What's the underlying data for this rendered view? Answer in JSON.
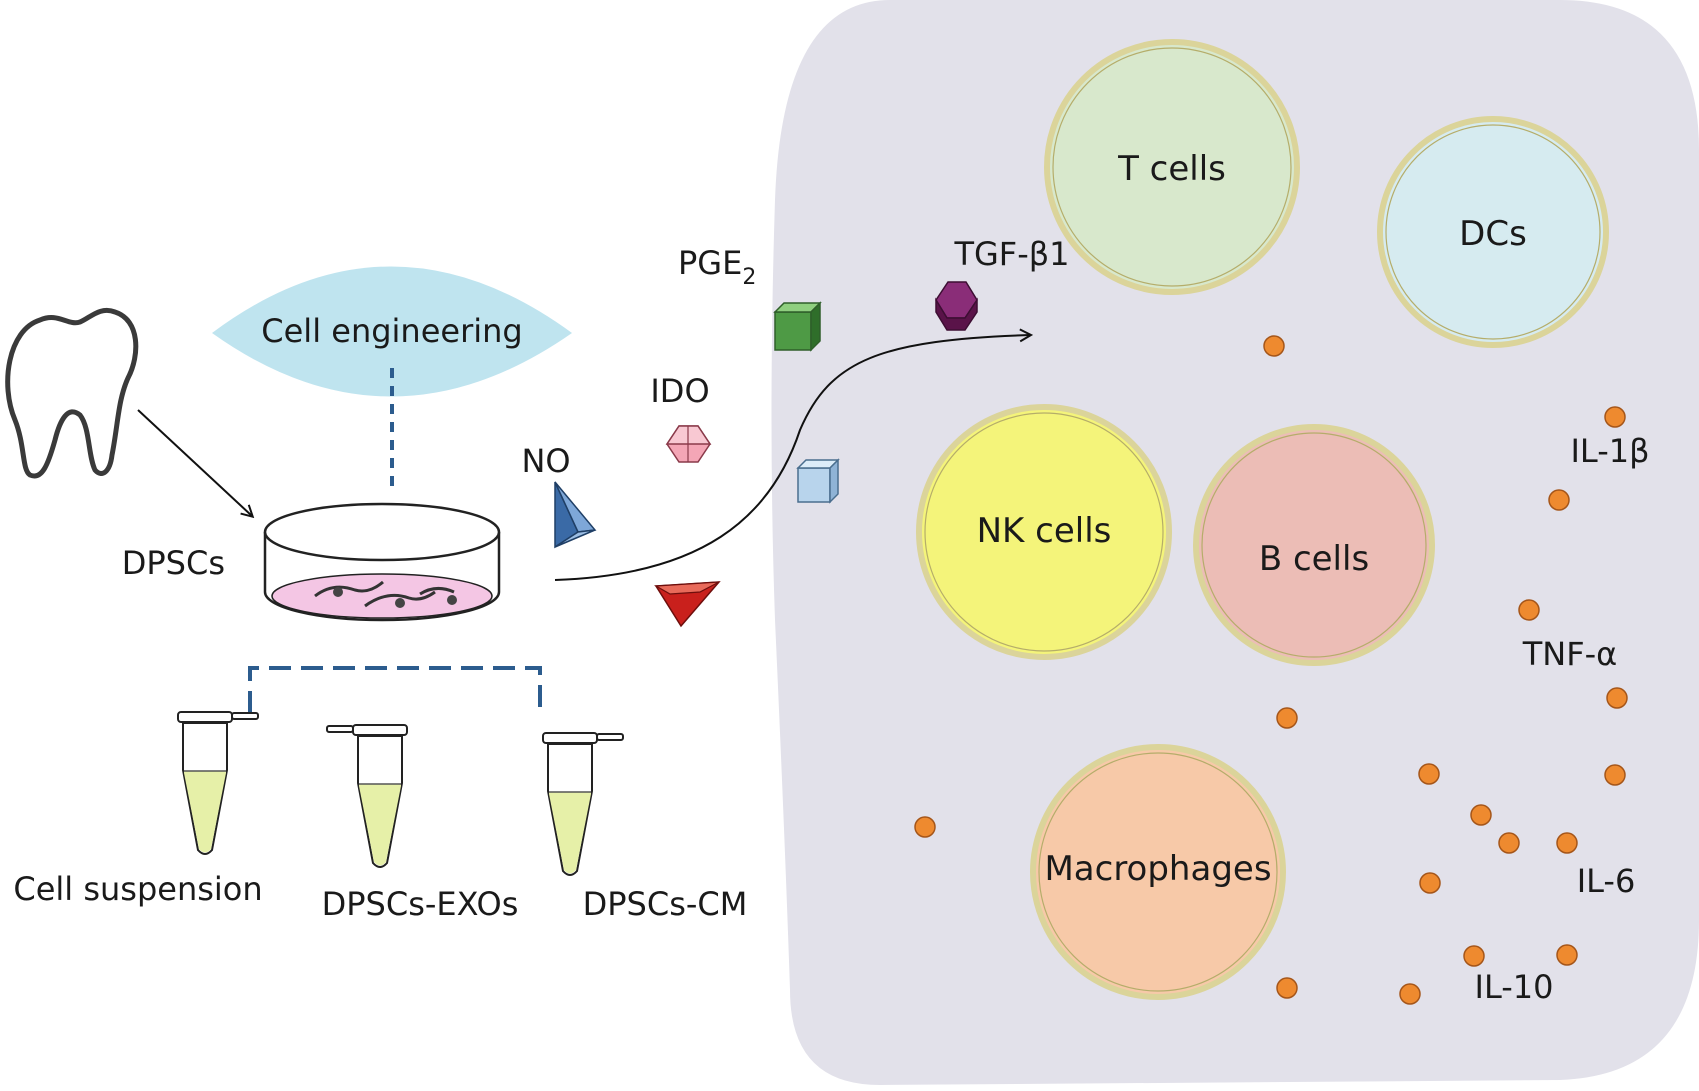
{
  "source": {
    "tooth_icon": "tooth-icon",
    "dish_label": "DPSCs",
    "engineering_label": "Cell engineering",
    "tubes": [
      {
        "label": "Cell suspension"
      },
      {
        "label": "DPSCs-EXOs"
      },
      {
        "label": "DPSCs-CM"
      }
    ]
  },
  "factors": {
    "pge2_main": "PGE",
    "pge2_sub": "2",
    "ido": "IDO",
    "no": "NO",
    "tgf": "TGF-β1"
  },
  "immune_cells": {
    "t_cells": "T cells",
    "dcs": "DCs",
    "nk_cells": "NK cells",
    "b_cells": "B cells",
    "macrophages": "Macrophages"
  },
  "cytokines": {
    "il1b": "IL-1β",
    "tnfa": "TNF-α",
    "il6": "IL-6",
    "il10": "IL-10"
  },
  "colors": {
    "panel": "#e2e1ea",
    "engineering": "#bfe4ef",
    "dotted_line": "#2c5c8e",
    "t_cells": "#d8e8cc",
    "dcs": "#d6ebf0",
    "nk_cells": "#f4f47a",
    "b_cells": "#ecbdb6",
    "macrophages": "#f7c9a8",
    "cell_border": "#dbd49a",
    "cytokine_dot": "#ee8a2f",
    "pge2_cube": "#4e9a45",
    "tgf_hex": "#6c1c5a",
    "ido_hex": "#f4a6b6",
    "no_pyramid": "#4f7db5",
    "red_pyramid": "#c9201c",
    "blue_cube": "#b8d4ec",
    "tube_liquid": "#e6f0a8",
    "dish_medium": "#f4c6e4"
  }
}
